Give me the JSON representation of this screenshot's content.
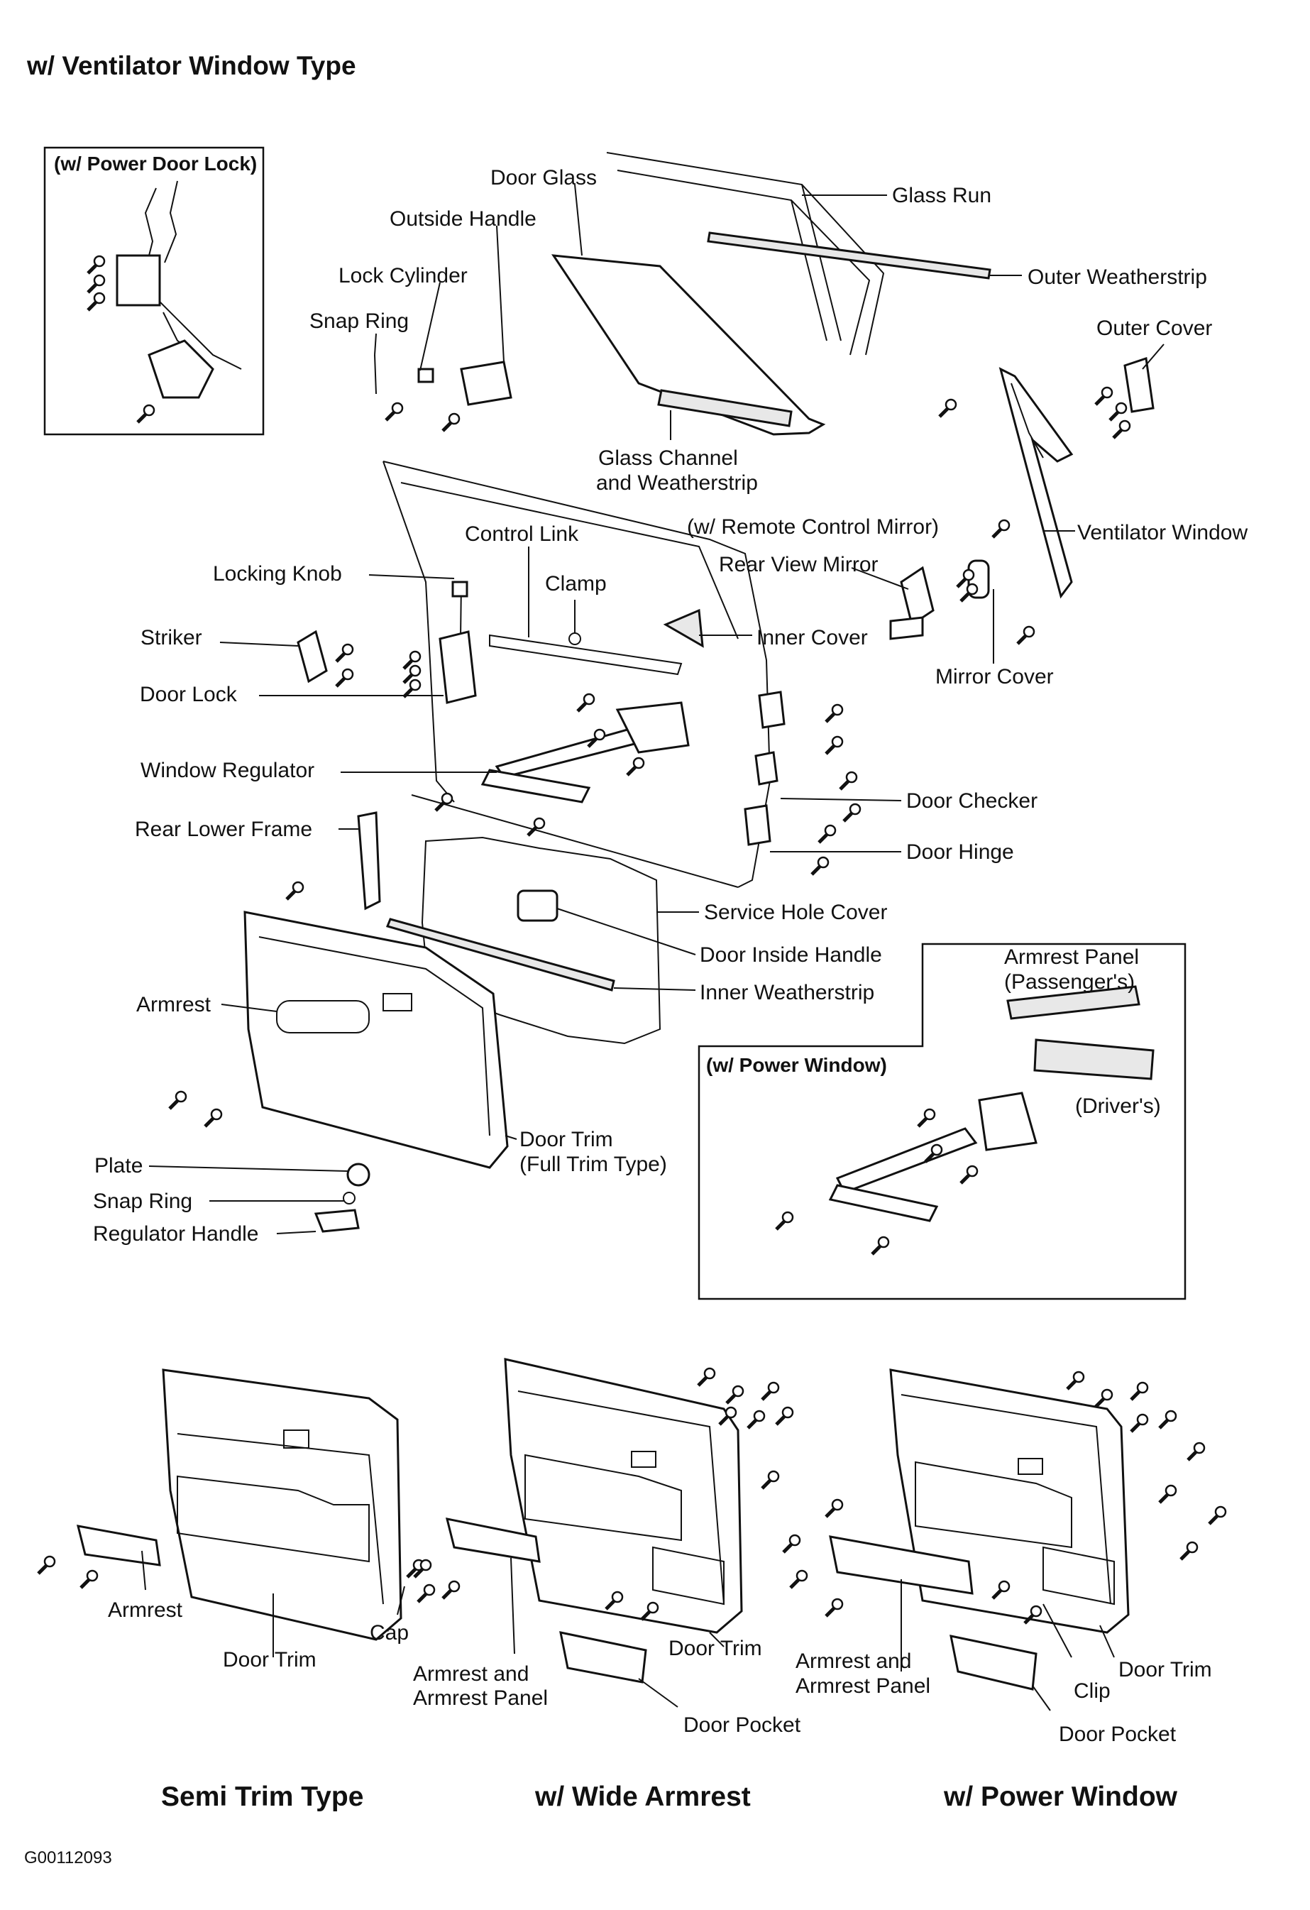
{
  "title": "w/ Ventilator Window Type",
  "figure_code": "G00112093",
  "insets": {
    "power_door_lock": "(w/ Power Door Lock)",
    "power_window": "(w/ Power Window)"
  },
  "labels": {
    "door_glass": "Door Glass",
    "glass_run": "Glass Run",
    "outside_handle": "Outside Handle",
    "outer_weatherstrip": "Outer Weatherstrip",
    "lock_cylinder": "Lock Cylinder",
    "outer_cover": "Outer Cover",
    "snap_ring_top": "Snap Ring",
    "glass_channel_1": "Glass Channel",
    "glass_channel_2": "and Weatherstrip",
    "control_link": "Control Link",
    "remote_mirror": "(w/ Remote Control Mirror)",
    "ventilator_window": "Ventilator Window",
    "locking_knob": "Locking Knob",
    "clamp": "Clamp",
    "rear_view_mirror": "Rear View Mirror",
    "striker": "Striker",
    "inner_cover": "Inner Cover",
    "mirror_cover": "Mirror Cover",
    "door_lock": "Door Lock",
    "window_regulator": "Window Regulator",
    "door_checker": "Door Checker",
    "rear_lower_frame": "Rear Lower Frame",
    "door_hinge": "Door Hinge",
    "service_hole_cover": "Service Hole Cover",
    "door_inside_handle": "Door Inside Handle",
    "armrest_panel_1": "Armrest Panel",
    "armrest_panel_2": "(Passenger's)",
    "inner_weatherstrip": "Inner Weatherstrip",
    "armrest": "Armrest",
    "drivers": "(Driver's)",
    "door_trim_full_1": "Door Trim",
    "door_trim_full_2": "(Full Trim Type)",
    "plate": "Plate",
    "snap_ring": "Snap Ring",
    "regulator_handle": "Regulator Handle"
  },
  "bottom": {
    "semi_armrest": "Armrest",
    "cap": "Cap",
    "semi_door_trim": "Door Trim",
    "wide_door_trim": "Door Trim",
    "wide_armrest_1": "Armrest and",
    "wide_armrest_2": "Armrest Panel",
    "wide_door_pocket": "Door Pocket",
    "pw_armrest_1": "Armrest and",
    "pw_armrest_2": "Armrest Panel",
    "pw_door_trim": "Door Trim",
    "pw_clip": "Clip",
    "pw_door_pocket": "Door Pocket",
    "heading_semi": "Semi Trim Type",
    "heading_wide": "w/ Wide Armrest",
    "heading_pw": "w/ Power Window"
  }
}
